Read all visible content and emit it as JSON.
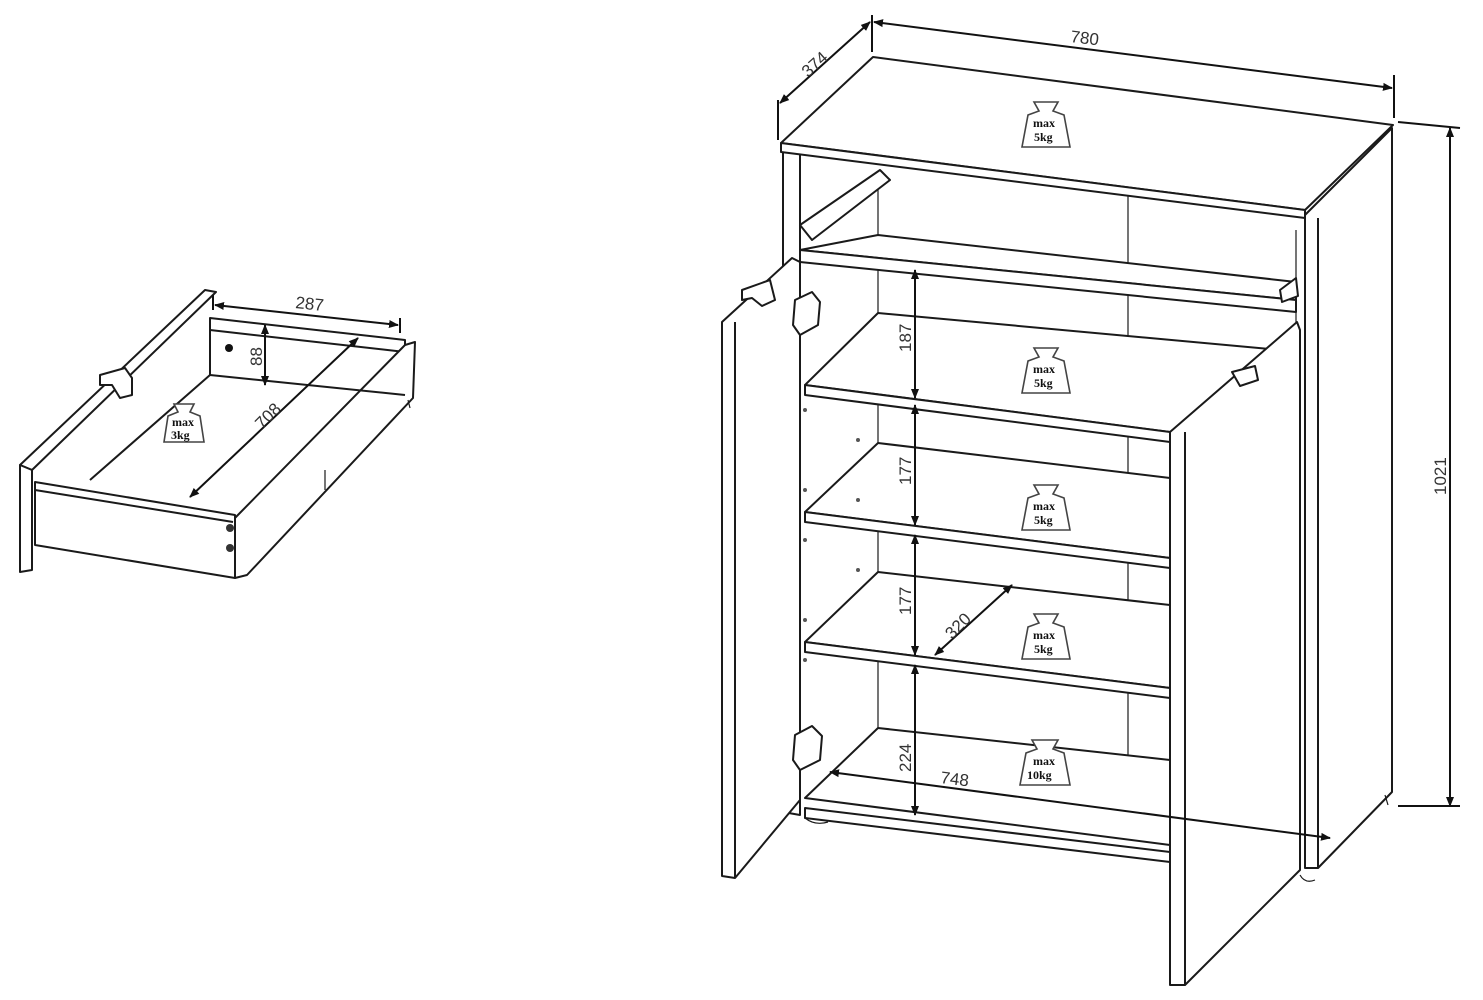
{
  "drawer": {
    "width": "287",
    "height": "88",
    "depth": "708",
    "load": {
      "max": "max",
      "value": "3kg"
    }
  },
  "cabinet": {
    "width": "780",
    "depth": "374",
    "height": "1021",
    "shelf_gap_1": "187",
    "shelf_gap_2": "177",
    "shelf_gap_3": "177",
    "shelf_depth": "320",
    "bottom_gap": "224",
    "inner_width": "748",
    "loads": [
      {
        "max": "max",
        "value": "5kg"
      },
      {
        "max": "max",
        "value": "5kg"
      },
      {
        "max": "max",
        "value": "5kg"
      },
      {
        "max": "max",
        "value": "5kg"
      },
      {
        "max": "max",
        "value": "10kg"
      }
    ]
  }
}
